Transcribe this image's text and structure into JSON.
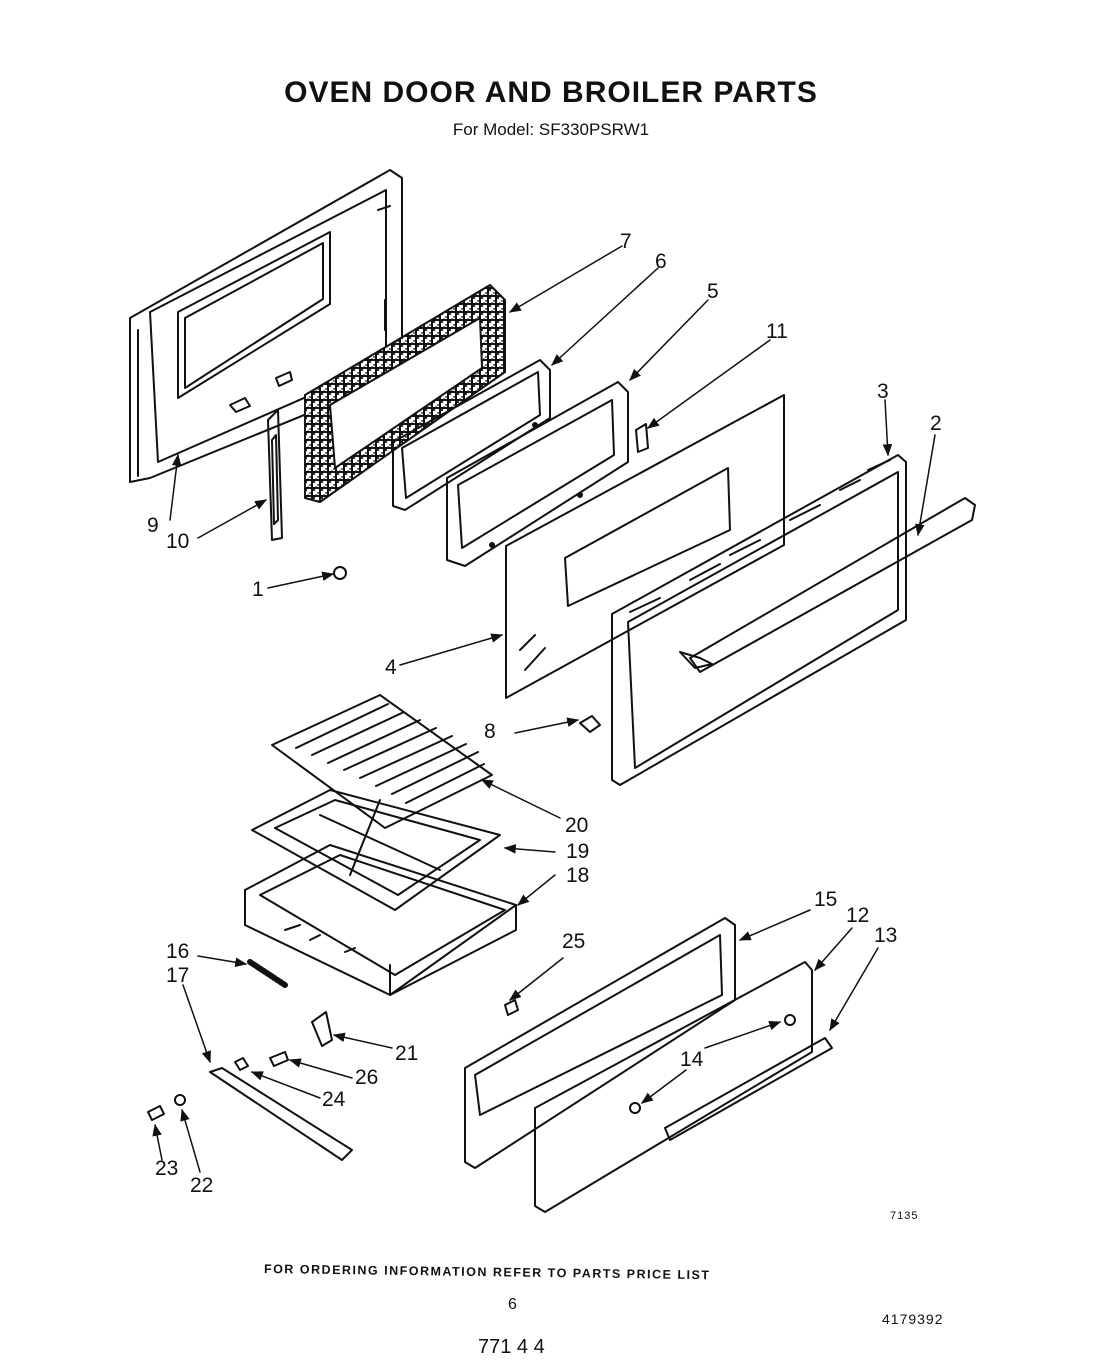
{
  "title": "OVEN DOOR AND BROILER PARTS",
  "subtitle": "For Model: SF330PSRW1",
  "footer_note": "FOR ORDERING INFORMATION REFER TO PARTS PRICE LIST",
  "page_number": "6",
  "document_number": "4179392",
  "art_number": "7135",
  "torn_text": "771 4 4",
  "callouts": {
    "c1": "1",
    "c2": "2",
    "c3": "3",
    "c4": "4",
    "c5": "5",
    "c6": "6",
    "c7": "7",
    "c8": "8",
    "c9": "9",
    "c10": "10",
    "c11": "11",
    "c12": "12",
    "c13": "13",
    "c14": "14",
    "c15": "15",
    "c16": "16",
    "c17": "17",
    "c18": "18",
    "c19": "19",
    "c20": "20",
    "c21": "21",
    "c22": "22",
    "c23": "23",
    "c24": "24",
    "c25": "25",
    "c26": "26"
  },
  "icons": {
    "oven-door-inner-panel": "part-drawing",
    "broiler-pan": "part-drawing",
    "broiler-drawer-panel": "part-drawing"
  }
}
